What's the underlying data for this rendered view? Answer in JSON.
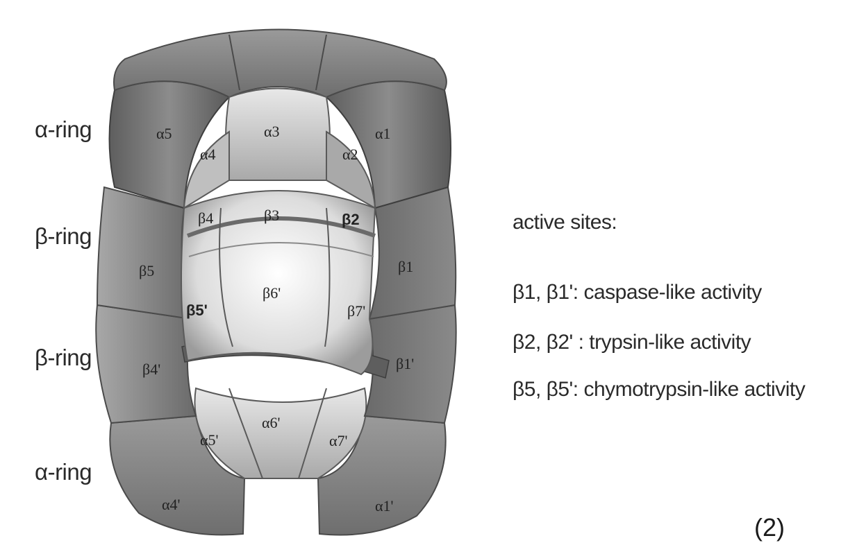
{
  "ring_labels": {
    "top_alpha": "α-ring",
    "upper_beta": "β-ring",
    "lower_beta": "β-ring",
    "bottom_alpha": "α-ring"
  },
  "subunits": {
    "a1": "α1",
    "a2": "α2",
    "a3": "α3",
    "a4": "α4",
    "a5": "α5",
    "b1": "β1",
    "b2": "β2",
    "b3": "β3",
    "b4": "β4",
    "b5": "β5",
    "b5p": "β5'",
    "b6p": "β6'",
    "b7p": "β7'",
    "b4p": "β4'",
    "b1p": "β1'",
    "a5p": "α5'",
    "a6p": "α6'",
    "a7p": "α7'",
    "a4p": "α4'",
    "a1p": "α1'"
  },
  "legend": {
    "title": "active sites:",
    "items": [
      "β1, β1': caspase-like activity",
      "β2, β2' : trypsin-like activity",
      "β5, β5': chymotrypsin-like activity"
    ]
  },
  "panel_number": "(2)",
  "colors": {
    "outer_subunit": "#7d7d7d",
    "inner_subunit": "#bdbdbd",
    "cavity_light": "#f2f2f2",
    "text": "#2a2a2a"
  }
}
